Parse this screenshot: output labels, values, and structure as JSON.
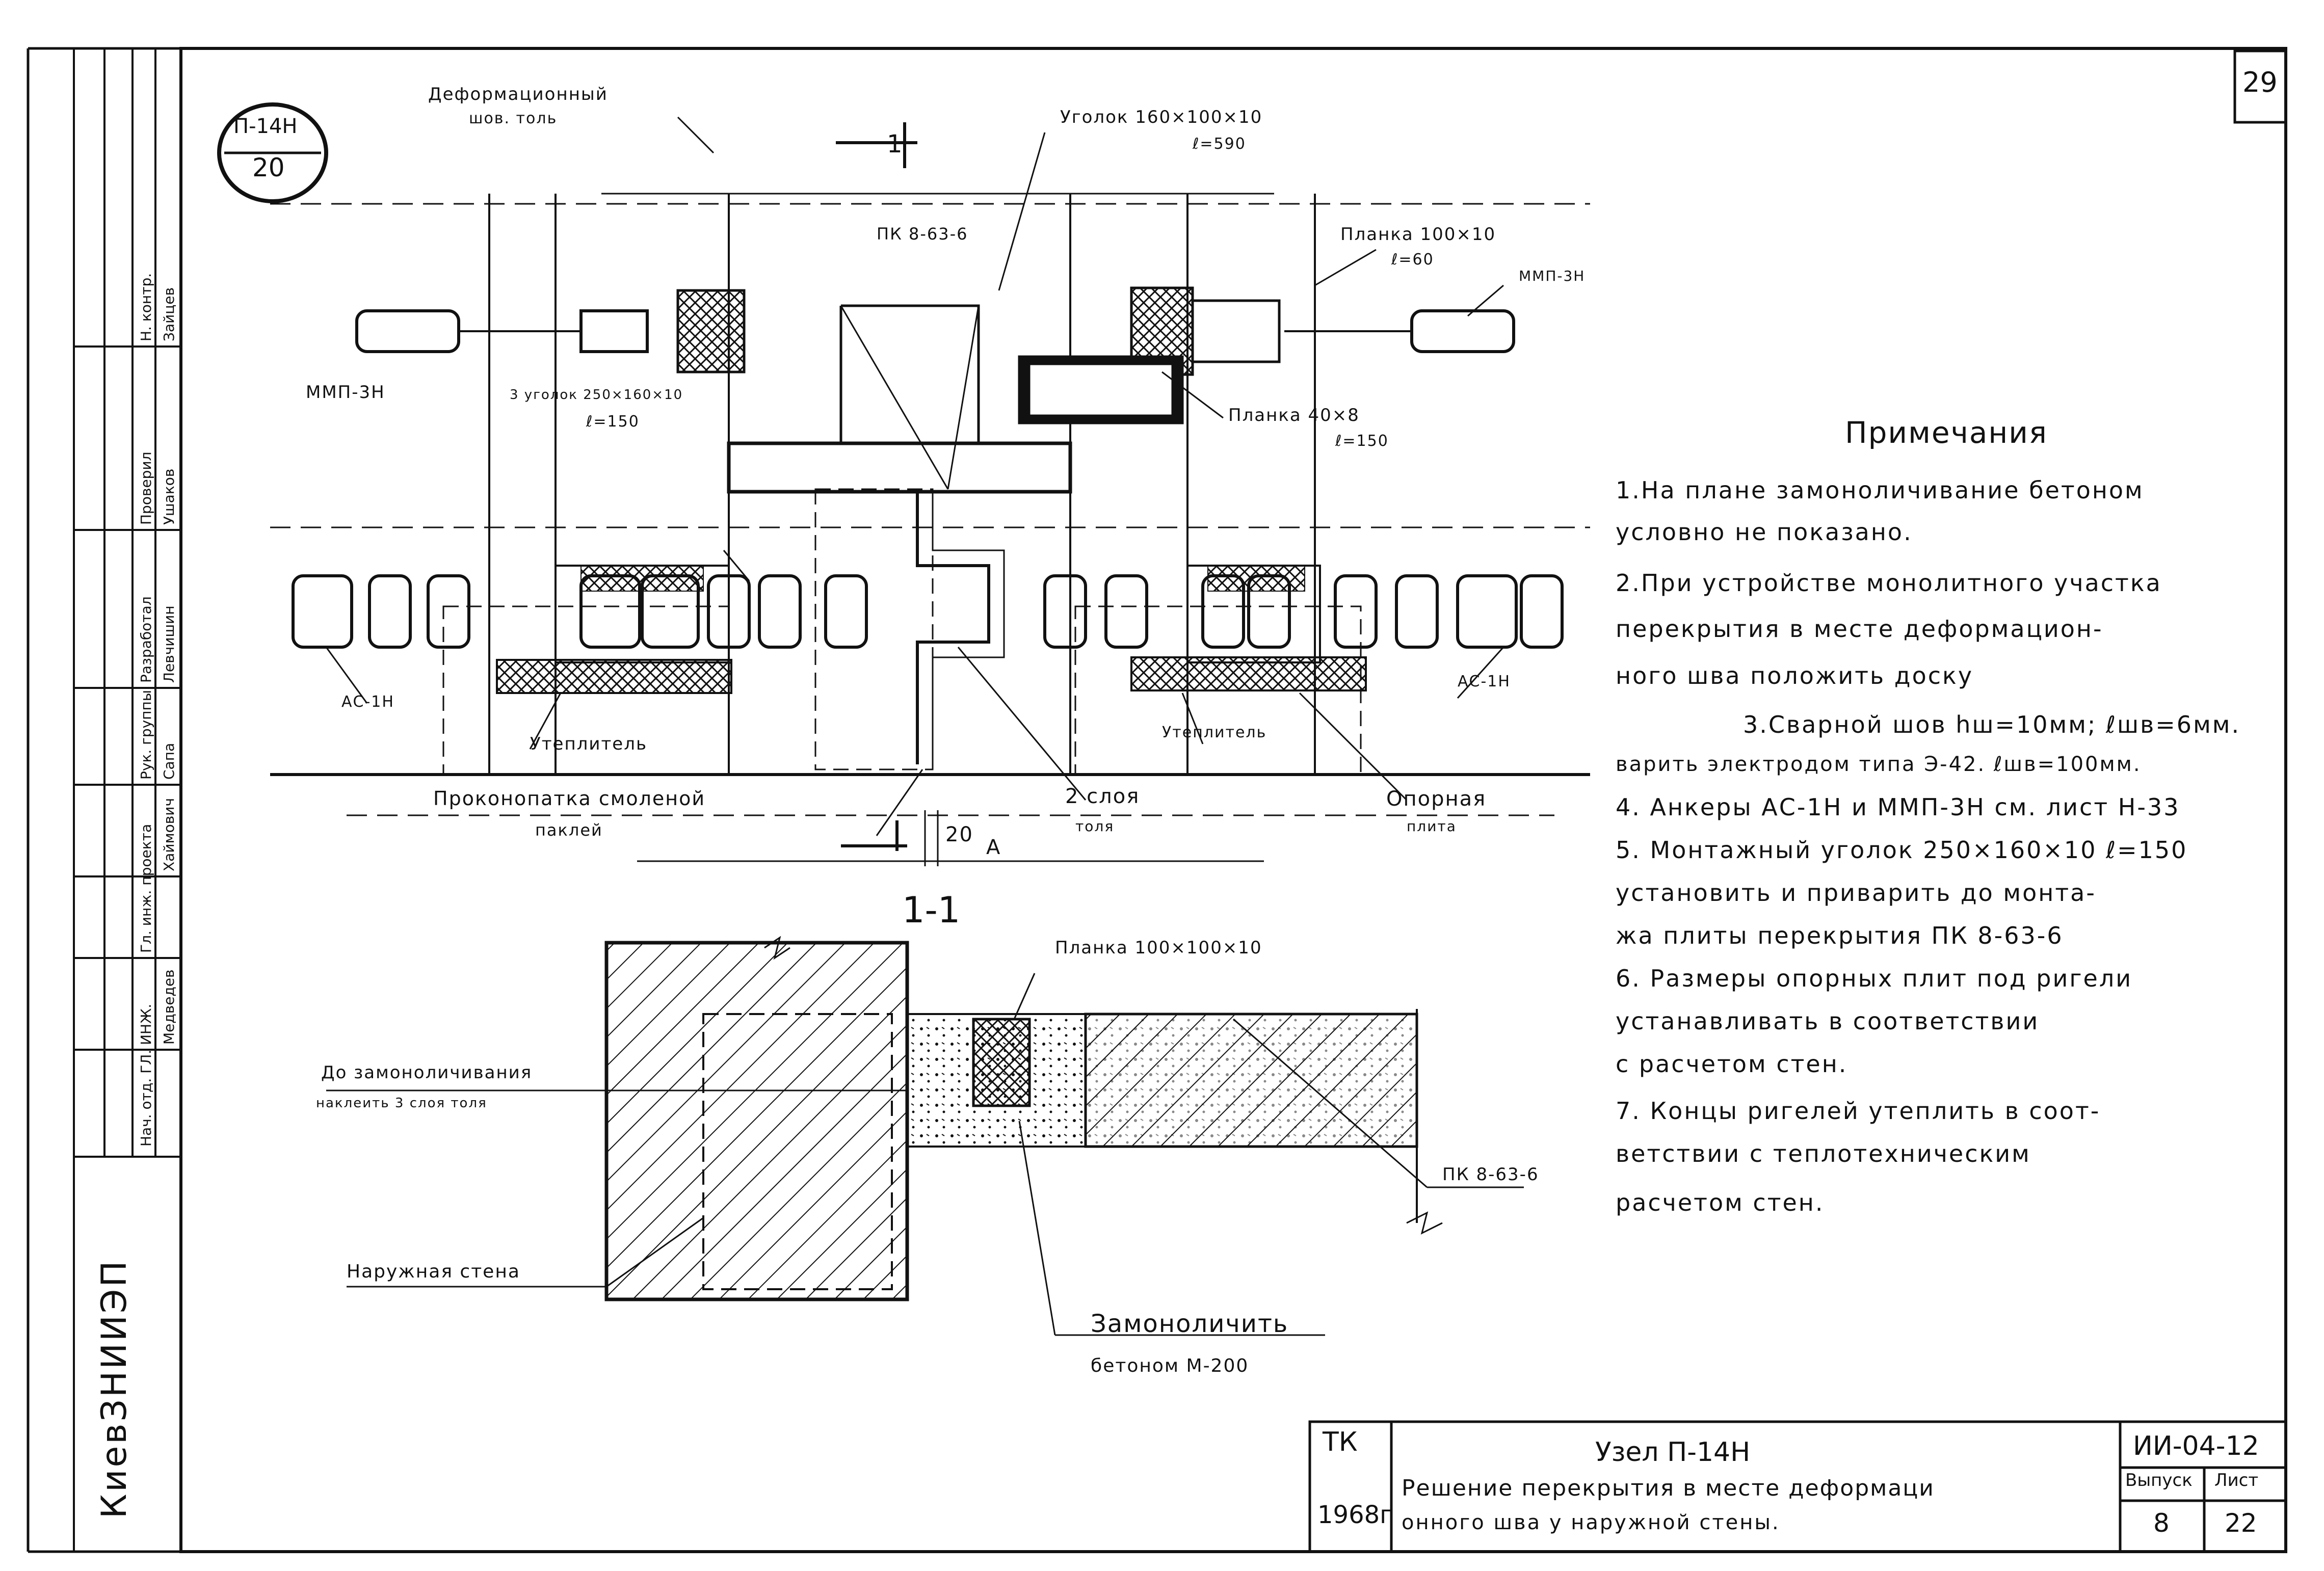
{
  "sheet": {
    "sheet_number": "29",
    "node_badge_top": "П-14Н",
    "node_badge_bottom": "20"
  },
  "plan_labels": {
    "expansion_joint": "Деформационный",
    "expansion_joint_2": "шов. толь",
    "section_mark": "1",
    "angle": "Уголок 160×100×10",
    "angle_len": "ℓ=590",
    "slab": "ПК 8-63-6",
    "plate": "Планка 100×10",
    "plate_len": "ℓ=60",
    "anchor_right": "ММП-3Н",
    "anchor_left": "ММП-3Н",
    "angle2": "3 уголок 250×160×10",
    "angle2_len": "ℓ=150",
    "plate2": "Планка 40×8",
    "plate2_len": "ℓ=150",
    "rebar_left": "АС-1Н",
    "rebar_right": "АС-1Н",
    "insulation_left": "Утеплитель",
    "insulation_right": "Утеплитель",
    "caulking": "Проконопатка смоленой",
    "caulking_2": "паклей",
    "two_layers": "2 слоя",
    "two_layers_2": "толя",
    "bearing_plate": "Опорная",
    "bearing_plate_2": "плита",
    "dim_20": "20",
    "mark_a": "А"
  },
  "section": {
    "title": "1-1",
    "plate": "Планка 100×100×10",
    "before_monolith": "До замоноличивания",
    "before_monolith_2": "наклеить 3 слоя толя",
    "slab": "ПК 8-63-6",
    "outer_wall": "Наружная стена",
    "monolith": "Замоноличить",
    "monolith_2": "бетоном М-200"
  },
  "notes": {
    "title": "Примечания",
    "items": [
      "1.На плане замоноличивание бетоном",
      "условно не показано.",
      "2.При устройстве монолитного участка",
      "перекрытия в месте деформацион-",
      "ного шва положить доску",
      "3.Сварной шов hш=10мм; ℓшв=6мм.",
      "варить электродом типа Э-42. ℓшв=100мм.",
      "4. Анкеры АС-1Н и ММП-3Н см. лист Н-33",
      "5. Монтажный уголок 250×160×10 ℓ=150",
      "установить и приварить до монта-",
      "жа плиты перекрытия ПК 8-63-6",
      "6. Размеры опорных плит под ригели",
      "устанавливать в соответствии",
      "с расчетом стен.",
      "7. Концы ригелей утеплить в соот-",
      "ветствии с теплотехническим",
      "расчетом стен."
    ]
  },
  "title_block": {
    "tk": "ТК",
    "year": "1968г",
    "node": "Узел П-14Н",
    "desc_1": "Решение перекрытия в месте деформаци",
    "desc_2": "онного шва у наружной стены.",
    "code": "ИИ-04-12",
    "issue_label": "Выпуск",
    "issue": "8",
    "sheet_label": "Лист",
    "sheet": "22"
  },
  "side_stamp": {
    "org": "КиевЗНИИЭП",
    "rows": [
      "Нач. отд. ГЛ. ИНЖ.",
      "Гл. инж. проекта",
      "Рук. группы",
      "Разработал",
      "Проверил",
      "Н. контр."
    ],
    "names": [
      "Медведев",
      "Хаймович",
      "Сапа",
      "Левчишин",
      "Ушаков",
      "Зайцев"
    ]
  }
}
